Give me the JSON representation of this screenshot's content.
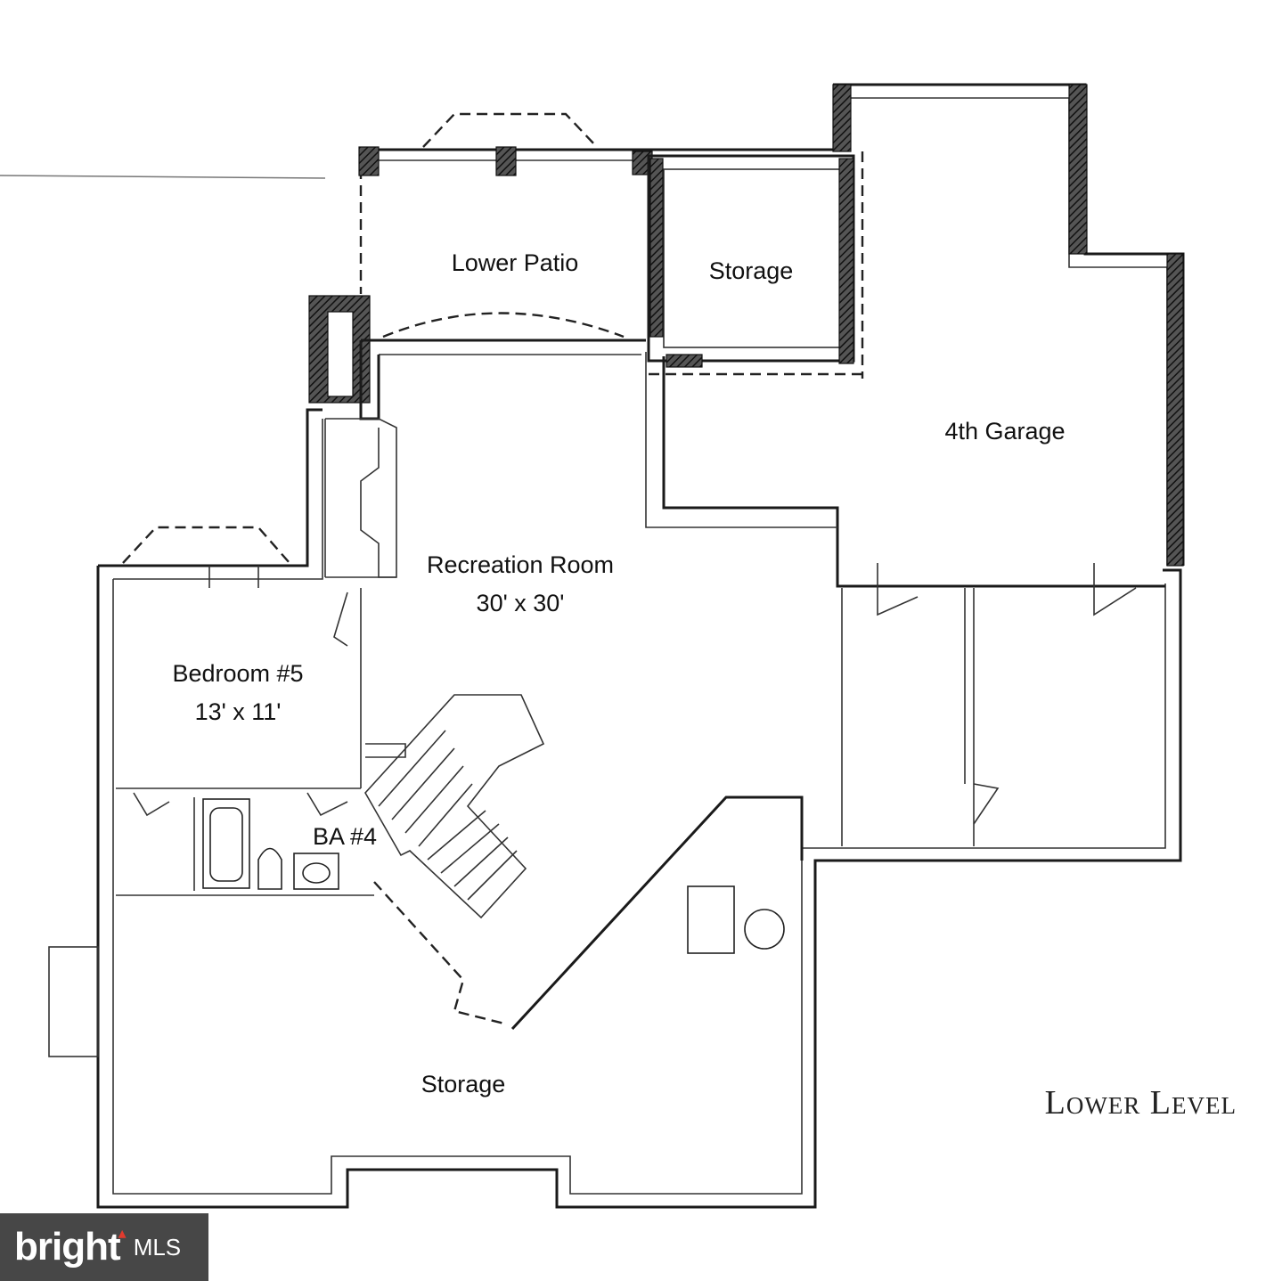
{
  "plan": {
    "title": "Lower Level",
    "rooms": {
      "lower_patio": "Lower Patio",
      "storage_upper": "Storage",
      "garage": "4th Garage",
      "recreation": "Recreation Room",
      "recreation_size": "30' x 30'",
      "bedroom": "Bedroom #5",
      "bedroom_size": "13' x 11'",
      "bath": "BA #4",
      "storage_lower": "Storage"
    }
  },
  "watermark": {
    "brand": "bright",
    "suffix": "MLS"
  },
  "colors": {
    "line": "#1a1a1a",
    "watermark_bg": "#1e1e1e",
    "watermark_accent": "#e23b2e"
  }
}
